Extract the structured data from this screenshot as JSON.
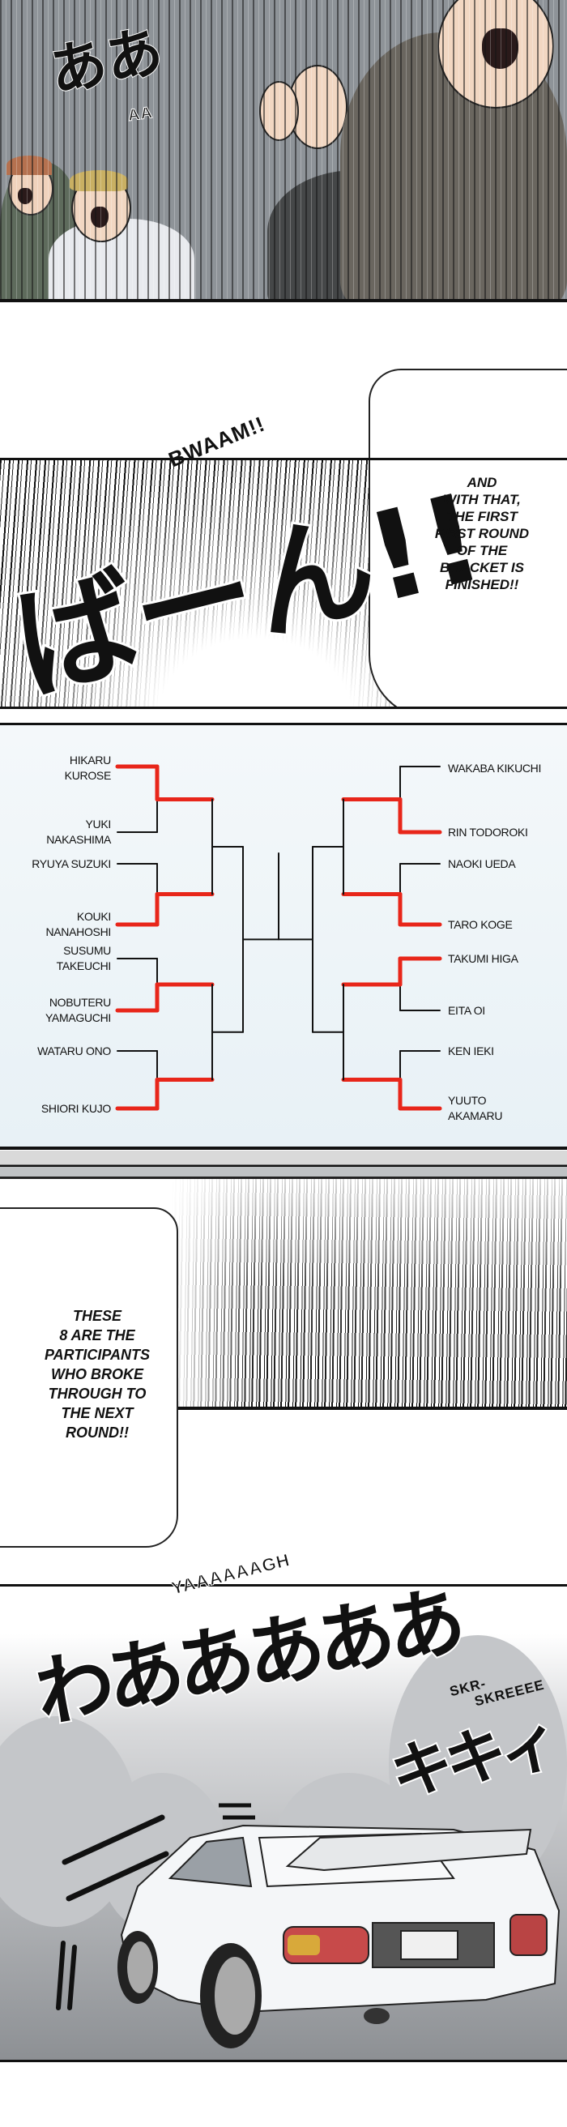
{
  "panel1": {
    "sfx_jp": "ああ",
    "sfx_en": "AA"
  },
  "panel2": {
    "sfx_jp": "ばーん!!",
    "sfx_en": "BWAAM!!",
    "caption_lines": [
      "AND",
      "WITH THAT,",
      "THE FIRST",
      "FIRST ROUND",
      "OF THE",
      "BRACKET IS",
      "FINISHED!!"
    ]
  },
  "bracket": {
    "winner_color": "#e8261a",
    "line_color": "#111111",
    "left": [
      {
        "name": [
          "HIKARU",
          "KUROSE"
        ],
        "winner": true
      },
      {
        "name": [
          "YUKI",
          "NAKASHIMA"
        ],
        "winner": false
      },
      {
        "name": [
          "RYUYA SUZUKI"
        ],
        "winner": false
      },
      {
        "name": [
          "KOUKI",
          "NANAHOSHI"
        ],
        "winner": true
      },
      {
        "name": [
          "SUSUMU",
          "TAKEUCHI"
        ],
        "winner": false
      },
      {
        "name": [
          "NOBUTERU",
          "YAMAGUCHI"
        ],
        "winner": true
      },
      {
        "name": [
          "WATARU ONO"
        ],
        "winner": false
      },
      {
        "name": [
          "SHIORI KUJO"
        ],
        "winner": true
      }
    ],
    "right": [
      {
        "name": [
          "WAKABA KIKUCHI"
        ],
        "winner": false
      },
      {
        "name": [
          "RIN TODOROKI"
        ],
        "winner": true
      },
      {
        "name": [
          "NAOKI UEDA"
        ],
        "winner": false
      },
      {
        "name": [
          "TARO KOGE"
        ],
        "winner": true
      },
      {
        "name": [
          "TAKUMI HIGA"
        ],
        "winner": true
      },
      {
        "name": [
          "EITA OI"
        ],
        "winner": false
      },
      {
        "name": [
          "KEN IEKI"
        ],
        "winner": false
      },
      {
        "name": [
          "YUUTO",
          "AKAMARU"
        ],
        "winner": true
      }
    ]
  },
  "panel4": {
    "caption_lines": [
      "THESE",
      "8 ARE THE",
      "PARTICIPANTS",
      "WHO BROKE",
      "THROUGH TO",
      "THE NEXT",
      "ROUND!!"
    ]
  },
  "panel5": {
    "sfx_jp_shout": "わあああああ",
    "sfx_en_shout": "YAAAAAAGH",
    "sfx_jp_skid": "キキィ",
    "sfx_en_skid_1": "SKR-",
    "sfx_en_skid_2": "SKREEEE"
  }
}
